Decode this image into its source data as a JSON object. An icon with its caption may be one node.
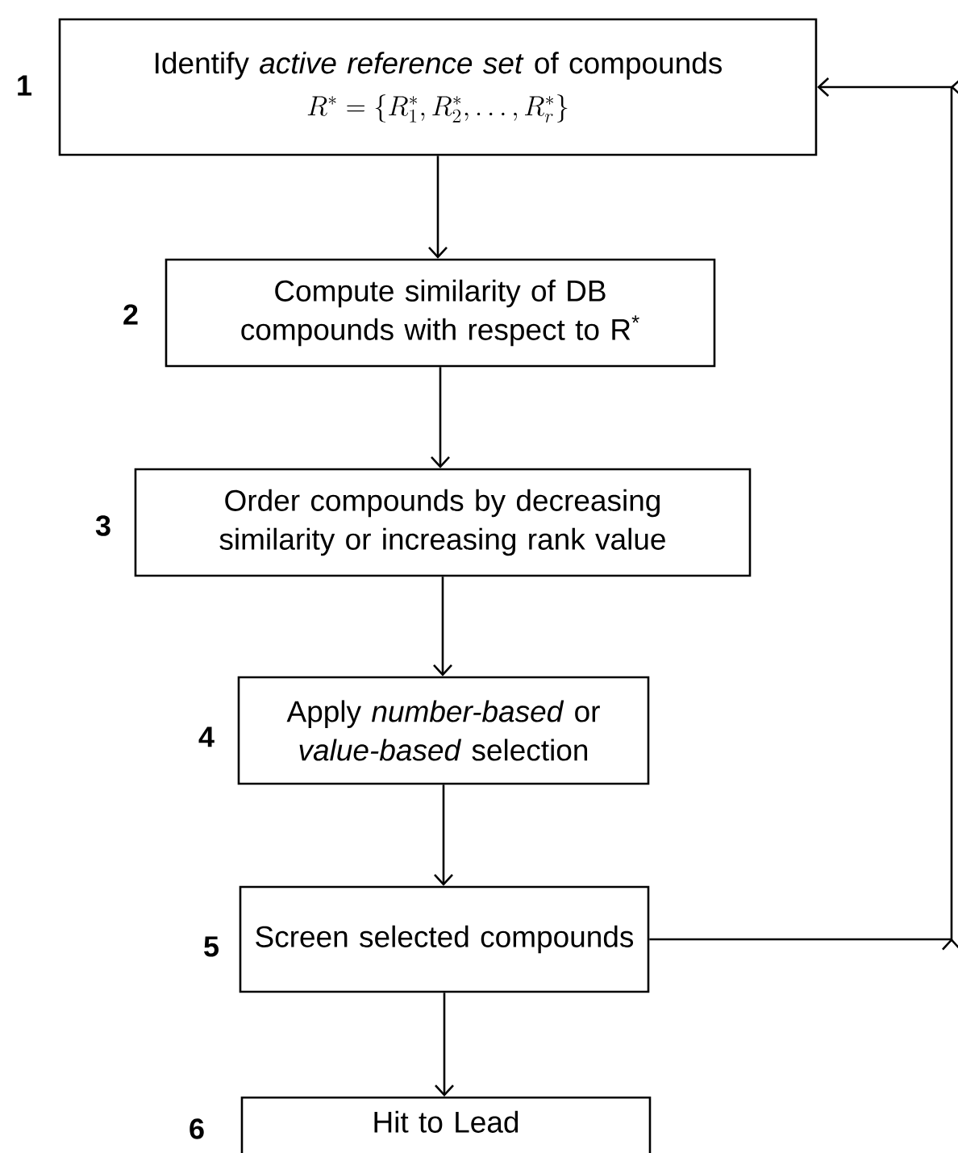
{
  "diagram": {
    "nodes": [
      {
        "text": [
          "Identify *active reference set* of compounds",
          "R^{*}=\\left\\{R^{*}_{1},R^{*}_{2},\\ldots,R^{*}_{r}\\right\\}"
        ],
        "beside": [
          "1"
        ]
      },
      {
        "text": [
          "Compute similarity of DB compounds with respect to R$^{*}$"
        ],
        "beside": [
          "2"
        ]
      },
      {
        "text": [
          "Order compounds by decreasing similarity or increasing rank value"
        ],
        "beside": [
          "3"
        ]
      },
      {
        "text": [
          "Apply *number-based* or *value-based* selection"
        ],
        "beside": [
          "4"
        ]
      },
      {
        "text": [
          "Screen selected compounds"
        ],
        "beside": [
          "5"
        ]
      },
      {
        "text": [
          "Hit to Lead"
        ],
        "beside": [
          "6"
        ]
      }
    ],
    "edges": [
      {
        "from": 0,
        "to": 1,
        "arrow": "to"
      },
      {
        "from": 1,
        "to": 2,
        "arrow": "to"
      },
      {
        "from": 2,
        "to": 3,
        "arrow": "to"
      },
      {
        "from": 3,
        "to": 4,
        "arrow": "to"
      },
      {
        "from": 4,
        "to": 0,
        "arrow": "to"
      },
      {
        "from": 4,
        "to": 5,
        "arrow": "to"
      }
    ]
  }
}
